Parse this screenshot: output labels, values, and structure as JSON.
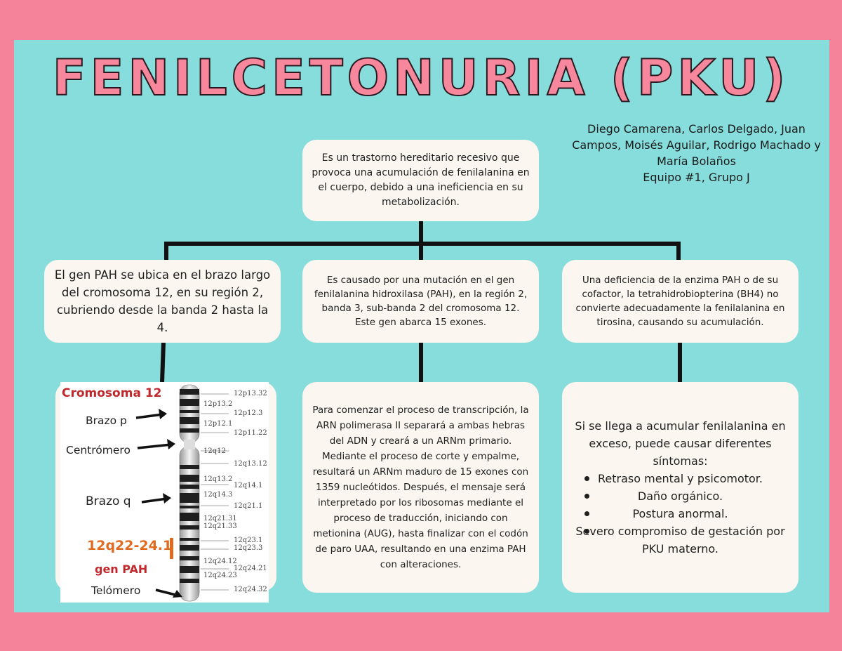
{
  "title": "FENILCETONURIA (PKU)",
  "authors": {
    "line1": "Diego Camarena, Carlos Delgado, Juan",
    "line2": "Campos, Moisés Aguilar, Rodrigo Machado y",
    "line3": "María Bolaños",
    "line4": "Equipo #1, Grupo J"
  },
  "definition": "Es un trastorno hereditario recesivo que provoca una acumulación de fenilalanina en el cuerpo, debido a una ineficiencia en su metabolización.",
  "gene_location": "El gen PAH se ubica en el brazo largo del cromosoma 12, en su región 2, cubriendo desde la banda 2 hasta la 4.",
  "cause": "Es causado por una mutación en el gen fenilalanina hidroxilasa (PAH), en la región 2, banda 3, sub-banda 2 del cromosoma 12. Este gen abarca 15 exones.",
  "enzyme": "Una deficiencia de la enzima PAH o de su cofactor, la tetrahidrobiopterina (BH4) no convierte adecuadamente la fenilalanina en tirosina, causando su acumulación.",
  "process": "Para comenzar el proceso de transcripción, la ARN polimerasa II separará a ambas hebras del ADN y creará a un ARNm primario. Mediante el proceso de corte y empalme, resultará un ARNm maduro de 15 exones con 1359 nucleótidos. Después, el mensaje será interpretado por los ribosomas mediante el proceso de traducción, iniciando con metionina (AUG), hasta finalizar con el codón de paro UAA, resultando en una enzima PAH con alteraciones.",
  "symptoms": {
    "intro": "Si se llega a acumular fenilalanina en exceso, puede causar diferentes síntomas:",
    "items": [
      "Retraso mental y psicomotor.",
      "Daño orgánico.",
      "Postura anormal.",
      "Severo compromiso de gestación por PKU materno."
    ]
  },
  "chromosome": {
    "title": "Cromosoma 12",
    "labels": {
      "arm_p": "Brazo p",
      "centromere": "Centrómero",
      "arm_q": "Brazo q",
      "region": "12q22-24.1",
      "gene": "gen PAH",
      "telomere": "Telómero"
    },
    "bands_right": [
      "12p13.32",
      "12p12.3",
      "12p11.22",
      "12q12",
      "12q13.12",
      "12q14.1",
      "12q21.1",
      "12q23.1",
      "12q23.3",
      "12q24.21",
      "12q24.32"
    ],
    "bands_left": [
      "12p13.2",
      "12p12.1",
      "12q13.2",
      "12q14.3",
      "12q21.31",
      "12q21.33",
      "12q24.12",
      "12q24.23"
    ]
  },
  "colors": {
    "background": "#f5839a",
    "panel": "#87dcdc",
    "box": "#fbf6ef",
    "title_fill": "#f6879c",
    "accent_red": "#c0282c",
    "accent_orange": "#e06a1f"
  }
}
